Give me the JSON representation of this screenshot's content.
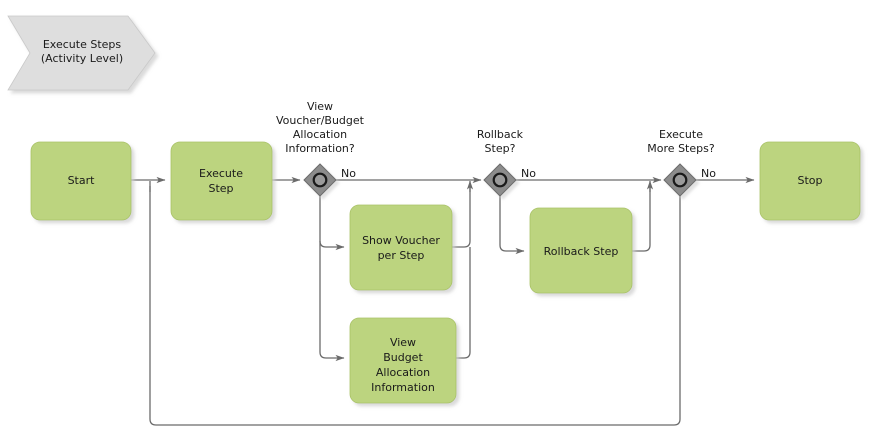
{
  "diagram": {
    "title": "Execute Steps (Activity Level)",
    "banner": {
      "line1": "Execute Steps",
      "line2": "(Activity Level)"
    },
    "colors": {
      "process_fill": "#bcd47f",
      "process_stroke": "#a9c267",
      "banner_fill": "#dedede",
      "connector": "#6b6b6b",
      "decision_fill": "#8c8c8c",
      "text": "#1a1a1a",
      "background": "#ffffff"
    },
    "nodes": {
      "start": {
        "label": "Start"
      },
      "execute_step": {
        "line1": "Execute",
        "line2": "Step"
      },
      "show_voucher": {
        "line1": "Show Voucher",
        "line2": "per Step"
      },
      "view_budget": {
        "line1": "View",
        "line2": "Budget",
        "line3": "Allocation",
        "line4": "Information"
      },
      "rollback_step": {
        "label": "Rollback Step"
      },
      "stop": {
        "label": "Stop"
      }
    },
    "decisions": {
      "view_voucher_budget": {
        "line1": "View",
        "line2": "Voucher/Budget",
        "line3": "Allocation",
        "line4": "Information?",
        "no_label": "No"
      },
      "rollback": {
        "line1": "Rollback",
        "line2": "Step?",
        "no_label": "No"
      },
      "execute_more": {
        "line1": "Execute",
        "line2": "More Steps?",
        "no_label": "No"
      }
    }
  }
}
